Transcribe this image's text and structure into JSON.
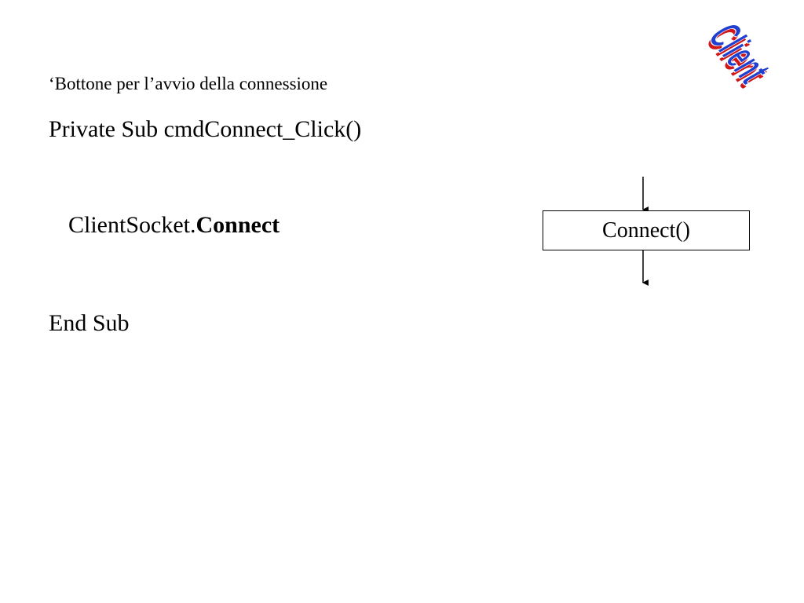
{
  "slide": {
    "badge_text": "Client",
    "comment": "‘Bottone per l’avvio della connessione",
    "code": {
      "sub_declaration": "Private Sub cmdConnect_Click()",
      "call_object": "ClientSocket.",
      "call_method": "Connect",
      "end_statement": "End Sub"
    },
    "flow": {
      "box_label": "Connect()"
    }
  },
  "colors": {
    "badge_fill": "#1f3fd0",
    "badge_shadow": "#d01818",
    "text": "#000000"
  }
}
